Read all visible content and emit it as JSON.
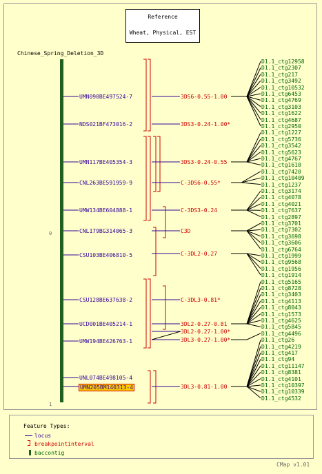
{
  "reference": {
    "title": "Reference",
    "subtitle": "Wheat, Physical, EST"
  },
  "map_title": "Chinese_Spring_Deletion_3D",
  "axis": {
    "mid": "0",
    "bottom": "1"
  },
  "loci": [
    "UMN090BE497524-7",
    "NDS021BF473016-2",
    "UMN117BE405354-3",
    "CNL263BE591959-9",
    "UMW134BE604888-1",
    "CNL179BG314065-3",
    "CSU103BE406810-5",
    "CSU128BE637638-2",
    "UCD001BE405214-1",
    "UMW194BE426763-1",
    "UNL074BE498105-4",
    "UMN205BM140313-4"
  ],
  "bins": [
    "3DS6-0.55-1.00",
    "3DS3-0.24-1.00*",
    "3DS3-0.24-0.55",
    "C-3DS6-0.55*",
    "C-3DS3-0.24",
    "C3D",
    "C-3DL2-0.27",
    "C-3DL3-0.81*",
    "3DL2-0.27-0.81",
    "3DL2-0.27-1.00*",
    "3DL3-0.27-1.00*",
    "3DL3-0.81-1.00"
  ],
  "contigs": [
    "D1.1_ctg12958",
    "D1.1_ctg2307",
    "D1.1_ctg217",
    "D1.1_ctg3492",
    "D1.1_ctg10532",
    "D1.1_ctg6453",
    "D1.1_ctg4769",
    "D1.1_ctg3103",
    "D1.1_ctg1622",
    "D1.1_ctg4687",
    "D1.1_ctg2950",
    "D1.1_ctg1227",
    "D1.1_ctg5736",
    "D1.1_ctg3542",
    "D1.1_ctg5623",
    "D1.1_ctg4767",
    "D1.1_ctg1610",
    "D1.1_ctg7420",
    "D1.1_ctg10409",
    "D1.1_ctg1237",
    "D1.1_ctg3174",
    "D1.1_ctg4078",
    "D1.1_ctg4021",
    "D1.1_ctg7637",
    "D1.1_ctg2897",
    "D1.1_ctg3701",
    "D1.1_ctg7302",
    "D1.1_ctg3698",
    "D1.1_ctg3606",
    "D1.1_ctg6764",
    "D1.1_ctg1999",
    "D1.1_ctg9568",
    "D1.1_ctg1956",
    "D1.1_ctg1914",
    "D1.1_ctg5165",
    "D1.1_ctg8728",
    "D1.1_ctg3403",
    "D1.1_ctg4113",
    "D1.1_ctg8043",
    "D1.1_ctg1573",
    "D1.1_ctg4625",
    "D1.1_ctg5845",
    "D1.1_ctg4496",
    "D1.1_ctg26",
    "D1.1_ctg4219",
    "D1.1_ctg417",
    "D1.1_ctg94",
    "D1.1_ctg11147",
    "D1.1_ctg8381",
    "D1.1_ctg4101",
    "D1.1_ctg10397",
    "D1.1_ctg10339",
    "D1.1_ctg4532"
  ],
  "legend": {
    "title": "Feature Types:",
    "items": [
      "locus",
      "breakpointinterval",
      "baccontig"
    ]
  },
  "footer": "CMap v1.01",
  "colors": {
    "background": "#FFFFCC",
    "locus": "#330099",
    "breakpoint": "#CC0000",
    "contig_text": "#006600",
    "baccontig_bar": "#1F5F1F",
    "highlight": "#FFCC00"
  }
}
